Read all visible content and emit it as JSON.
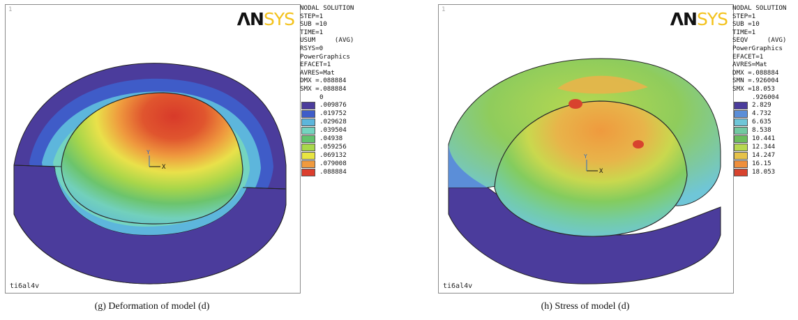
{
  "left": {
    "panel_number": "1",
    "logo_text_a": "ΛN",
    "logo_text_b": "SYS",
    "header_lines": [
      "NODAL SOLUTION",
      "STEP=1",
      "SUB =10",
      "TIME=1",
      "USUM     (AVG)",
      "RSYS=0",
      "PowerGraphics",
      "EFACET=1",
      "AVRES=Mat",
      "DMX =.088884",
      "SMX =.088884"
    ],
    "top_value": "0",
    "legend": [
      {
        "label": ".009876",
        "color": "#4b3c9c"
      },
      {
        "label": ".019752",
        "color": "#3f5cc8"
      },
      {
        "label": ".029628",
        "color": "#5db6dc"
      },
      {
        "label": ".039504",
        "color": "#74d4c0"
      },
      {
        "label": ".04938",
        "color": "#62c36e"
      },
      {
        "label": ".059256",
        "color": "#a9d84a"
      },
      {
        "label": ".069132",
        "color": "#e8e542"
      },
      {
        "label": ".079008",
        "color": "#f09a3e"
      },
      {
        "label": ".088884",
        "color": "#dc3e2e"
      }
    ],
    "triad_y": "Y",
    "triad_x": "X",
    "footer": "ti6al4v",
    "caption": "(g) Deformation of model (d)"
  },
  "right": {
    "panel_number": "1",
    "logo_text_a": "ΛN",
    "logo_text_b": "SYS",
    "header_lines": [
      "NODAL SOLUTION",
      "STEP=1",
      "SUB =10",
      "TIME=1",
      "SEQV     (AVG)",
      "PowerGraphics",
      "EFACET=1",
      "AVRES=Mat",
      "DMX =.088884",
      "SMN =.926004",
      "SMX =18.053"
    ],
    "top_value": ".926004",
    "legend": [
      {
        "label": "2.829",
        "color": "#4b3c9c"
      },
      {
        "label": "4.732",
        "color": "#5b8ed8"
      },
      {
        "label": "6.635",
        "color": "#6fc6d8"
      },
      {
        "label": "8.538",
        "color": "#72c9a2"
      },
      {
        "label": "10.441",
        "color": "#6cbd5c"
      },
      {
        "label": "12.344",
        "color": "#b8d850"
      },
      {
        "label": "14.247",
        "color": "#e6c24a"
      },
      {
        "label": "16.15",
        "color": "#ef8f3c"
      },
      {
        "label": "18.053",
        "color": "#d8432e"
      }
    ],
    "triad_y": "Y",
    "triad_x": "X",
    "footer": "ti6al4v",
    "caption": "(h) Stress of model (d)"
  }
}
